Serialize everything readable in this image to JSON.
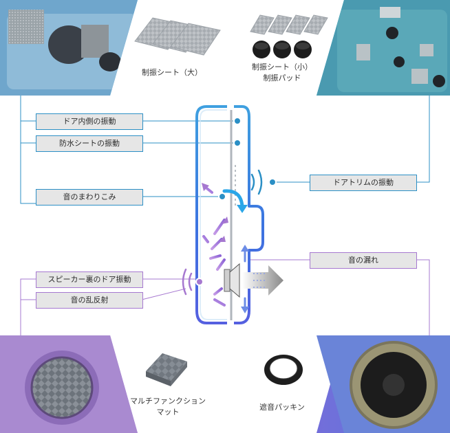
{
  "products_top": {
    "sheet_large": "制振シート（大）",
    "sheet_small_line1": "制振シート（小）",
    "sheet_small_line2": "制振パッド"
  },
  "products_bottom": {
    "mat_line1": "マルチファンクション",
    "mat_line2": "マット",
    "packing": "遮音パッキン"
  },
  "callouts": {
    "door_inner": "ドア内側の振動",
    "waterproof_sheet": "防水シートの振動",
    "sound_wrap": "音のまわりこみ",
    "door_trim": "ドアトリムの振動",
    "sound_leak": "音の漏れ",
    "speaker_back": "スピーカー裏のドア振動",
    "sound_reflection": "音の乱反射"
  },
  "colors": {
    "blue": "#1d9ad6",
    "purple": "#a678d0",
    "callout_bg": "#e6e6e6"
  }
}
